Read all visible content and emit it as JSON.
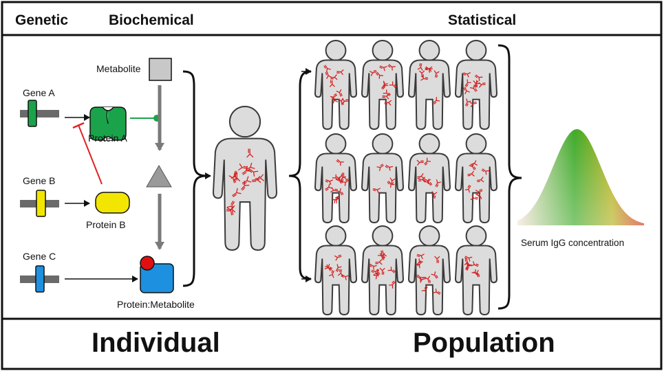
{
  "headers": {
    "genetic": "Genetic",
    "biochemical": "Biochemical",
    "statistical": "Statistical"
  },
  "labels": {
    "gene_a": "Gene A",
    "gene_b": "Gene B",
    "gene_c": "Gene C",
    "protein_a": "Protein A",
    "protein_b": "Protein B",
    "metabolite": "Metabolite",
    "protein_metabolite": "Protein:Metabolite",
    "distribution": "Serum IgG concentration"
  },
  "footer": {
    "individual": "Individual",
    "population": "Population"
  },
  "colors": {
    "gene_a": "#1aa34a",
    "gene_b": "#f2e600",
    "gene_c": "#1e90e0",
    "inhibition": "#e02020",
    "activation": "#1aa34a",
    "antibody": "#d42020",
    "metabolite": "#c8c8c8",
    "ligand": "#e01010"
  },
  "population_grid": {
    "rows": 3,
    "cols": 4
  }
}
